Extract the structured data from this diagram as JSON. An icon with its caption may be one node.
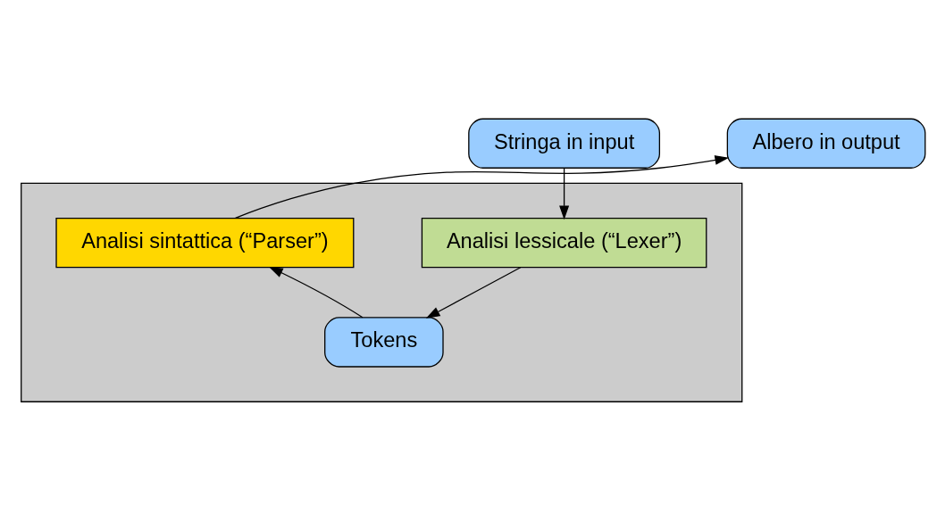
{
  "diagram": {
    "nodes": [
      {
        "text": [
          "Stringa in input"
        ]
      },
      {
        "text": [
          "Albero in output"
        ]
      },
      {
        "text": [],
        "shape": "box"
      },
      {
        "text": [
          "Analisi lessicale (“Lexer”)"
        ],
        "in": 2
      },
      {
        "text": [
          "Analisi sintattica (“Parser”)"
        ],
        "in": 2
      },
      {
        "text": [
          "Tokens"
        ],
        "in": 2
      }
    ],
    "edges": [
      {
        "from": 0,
        "to": 3,
        "arrow": "to"
      },
      {
        "from": 3,
        "to": 5,
        "arrow": "to"
      },
      {
        "from": 5,
        "to": 4,
        "arrow": "to"
      },
      {
        "from": 4,
        "to": 1,
        "arrow": "to"
      }
    ]
  }
}
